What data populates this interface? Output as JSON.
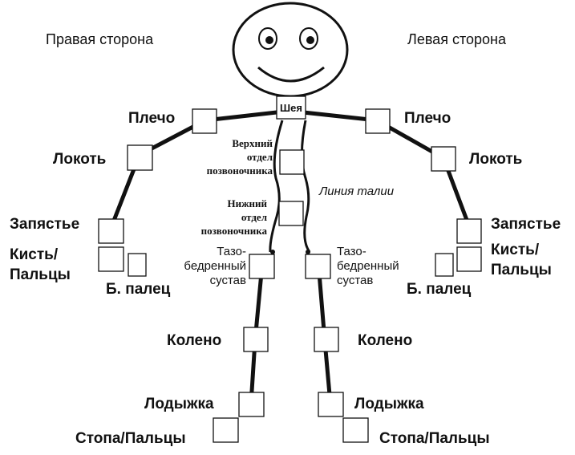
{
  "sides": {
    "right": "Правая сторона",
    "left": "Левая сторона"
  },
  "labels": {
    "neck": "Шея",
    "shoulder": "Плечо",
    "elbow": "Локоть",
    "wrist": "Запястье",
    "hand_line1": "Кисть/",
    "hand_line2": "Пальцы",
    "thumb": "Б. палец",
    "upper_spine_1": "Верхний",
    "upper_spine_2": "отдел",
    "upper_spine_3": "позвоночника",
    "lower_spine_1": "Нижний",
    "lower_spine_2": "отдел",
    "lower_spine_3": "позвоночника",
    "waist": "Линия талии",
    "hip_1": "Тазо-",
    "hip_2": "бедренный",
    "hip_3": "сустав",
    "knee": "Колено",
    "ankle": "Лодыжка",
    "foot": "Стопа/Пальцы"
  }
}
